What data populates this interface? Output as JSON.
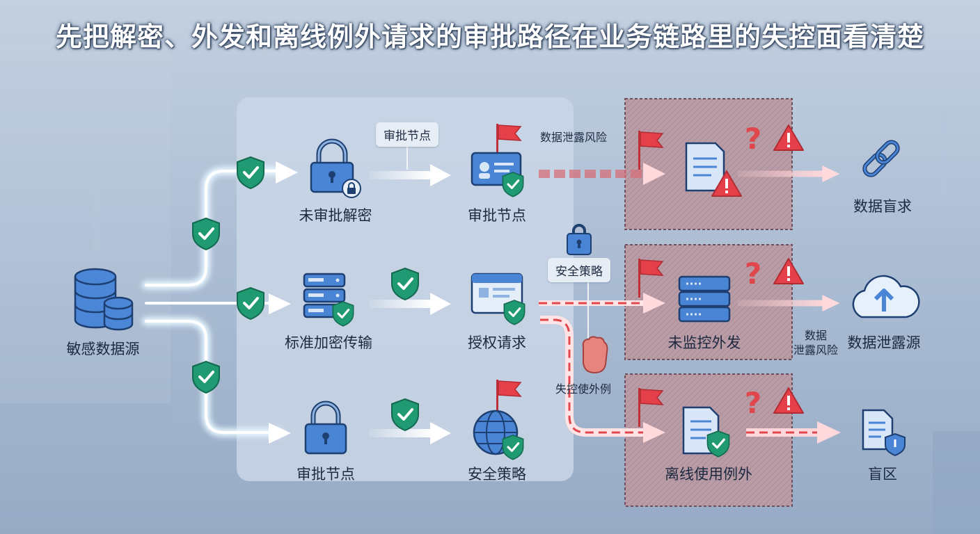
{
  "title": "先把解密、外发和离线例外请求的审批路径在业务链路里的失控面看清楚",
  "source": {
    "label": "敏感数据源"
  },
  "rows": [
    {
      "node1": "未审批解密",
      "node2": "审批节点",
      "node2_tag": "审批节点",
      "risk_note": "数据泄露风险",
      "risk_box": "",
      "outcome": "数据盲求"
    },
    {
      "node1": "标准加密传输",
      "node2": "授权请求",
      "policy_tag": "安全策略",
      "risk_box": "未监控外发",
      "risk_note_a": "数据",
      "risk_note_b": "泄露风险",
      "outcome": "数据泄露源"
    },
    {
      "node1": "审批节点",
      "node2": "安全策略",
      "exception_tag": "失控使外例",
      "risk_box": "离线使用例外",
      "outcome": "盲区"
    }
  ],
  "icons": {
    "source": "database-icon",
    "lock": "padlock-icon",
    "server": "server-rack-icon",
    "badge": "id-card-icon",
    "browser": "browser-window-icon",
    "globe": "globe-icon",
    "shield": "shield-check-icon",
    "flag": "red-flag-icon",
    "warning": "warning-triangle-icon",
    "question": "question-mark-icon",
    "document": "document-icon",
    "chain": "chain-link-icon",
    "cloud": "cloud-upload-icon",
    "glove": "hand-icon"
  },
  "colors": {
    "safe_flow": "#e8f6ff",
    "shield": "#1f9a72",
    "risk": "#e0474c",
    "icon_blue": "#3e7ed0",
    "danger_zone": "#b89aa3"
  }
}
